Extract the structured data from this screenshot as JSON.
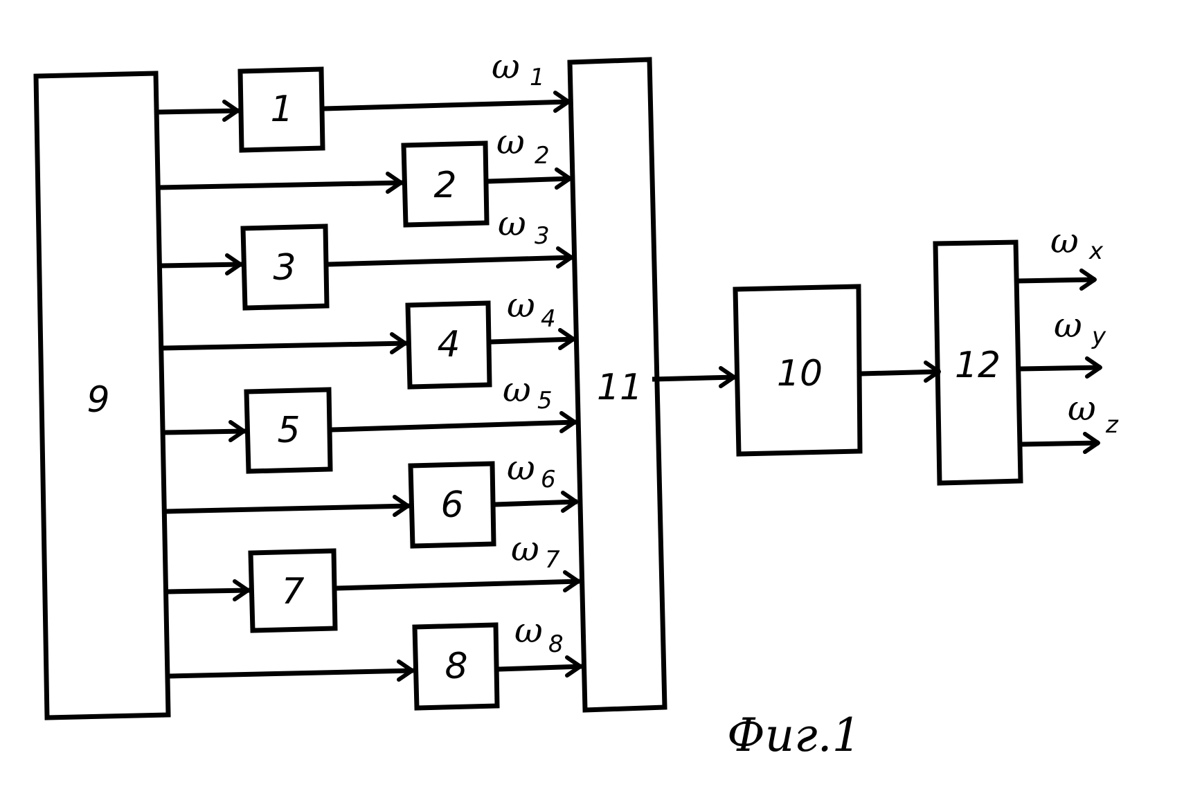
{
  "diagram": {
    "caption": "Фиг.1",
    "blocks": [
      {
        "id": "1",
        "label": "1"
      },
      {
        "id": "2",
        "label": "2"
      },
      {
        "id": "3",
        "label": "3"
      },
      {
        "id": "4",
        "label": "4"
      },
      {
        "id": "5",
        "label": "5"
      },
      {
        "id": "6",
        "label": "6"
      },
      {
        "id": "7",
        "label": "7"
      },
      {
        "id": "8",
        "label": "8"
      },
      {
        "id": "9",
        "label": "9"
      },
      {
        "id": "10",
        "label": "10"
      },
      {
        "id": "11",
        "label": "11"
      },
      {
        "id": "12",
        "label": "12"
      }
    ],
    "inputs_to_11": [
      {
        "symbol": "ω",
        "subscript": "1"
      },
      {
        "symbol": "ω",
        "subscript": "2"
      },
      {
        "symbol": "ω",
        "subscript": "3"
      },
      {
        "symbol": "ω",
        "subscript": "4"
      },
      {
        "symbol": "ω",
        "subscript": "5"
      },
      {
        "symbol": "ω",
        "subscript": "6"
      },
      {
        "symbol": "ω",
        "subscript": "7"
      },
      {
        "symbol": "ω",
        "subscript": "8"
      }
    ],
    "outputs_of_12": [
      {
        "symbol": "ω",
        "subscript": "x"
      },
      {
        "symbol": "ω",
        "subscript": "y"
      },
      {
        "symbol": "ω",
        "subscript": "z"
      }
    ],
    "connections": [
      {
        "from": "9",
        "to": "1"
      },
      {
        "from": "9",
        "to": "2"
      },
      {
        "from": "9",
        "to": "3"
      },
      {
        "from": "9",
        "to": "4"
      },
      {
        "from": "9",
        "to": "5"
      },
      {
        "from": "9",
        "to": "6"
      },
      {
        "from": "9",
        "to": "7"
      },
      {
        "from": "9",
        "to": "8"
      },
      {
        "from": "1",
        "to": "11",
        "signal": "ω1"
      },
      {
        "from": "2",
        "to": "11",
        "signal": "ω2"
      },
      {
        "from": "3",
        "to": "11",
        "signal": "ω3"
      },
      {
        "from": "4",
        "to": "11",
        "signal": "ω4"
      },
      {
        "from": "5",
        "to": "11",
        "signal": "ω5"
      },
      {
        "from": "6",
        "to": "11",
        "signal": "ω6"
      },
      {
        "from": "7",
        "to": "11",
        "signal": "ω7"
      },
      {
        "from": "8",
        "to": "11",
        "signal": "ω8"
      },
      {
        "from": "11",
        "to": "10"
      },
      {
        "from": "10",
        "to": "12"
      },
      {
        "from": "12",
        "to": "out",
        "signal": "ωx"
      },
      {
        "from": "12",
        "to": "out",
        "signal": "ωy"
      },
      {
        "from": "12",
        "to": "out",
        "signal": "ωz"
      }
    ]
  }
}
